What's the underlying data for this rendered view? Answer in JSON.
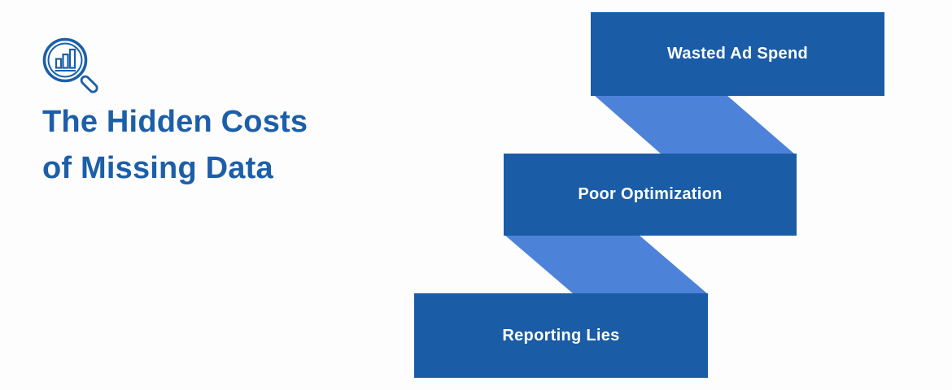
{
  "header": {
    "icon_name": "magnifier-bar-chart-icon",
    "title_line1": "The Hidden Costs",
    "title_line2": "of Missing Data"
  },
  "colors": {
    "background": "#FDFDFD",
    "title": "#1C5FA8",
    "icon_stroke": "#1C5FA8",
    "step_box": "#1A5CA5",
    "step_label": "#FFFFFF",
    "ribbon_connector": "#4D82D9"
  },
  "diagram": {
    "steps": [
      {
        "label": "Wasted Ad Spend"
      },
      {
        "label": "Poor Optimization"
      },
      {
        "label": "Reporting Lies"
      }
    ]
  }
}
